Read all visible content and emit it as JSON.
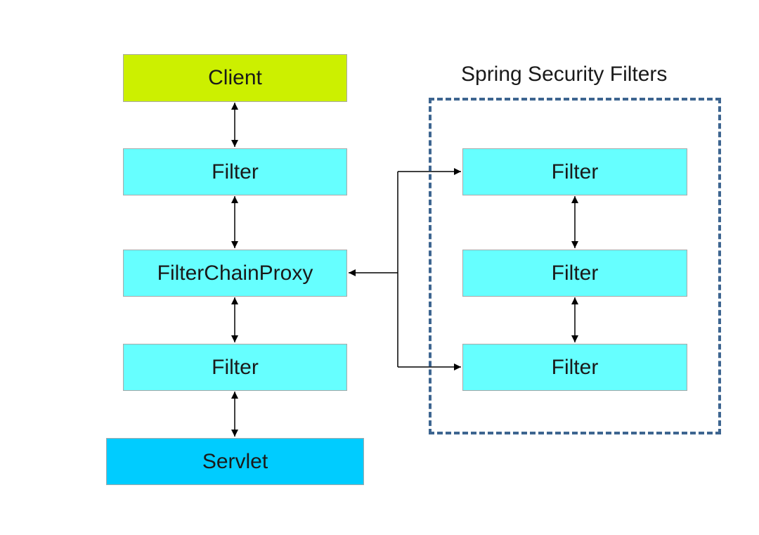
{
  "diagram": {
    "main_chain": {
      "client": "Client",
      "filter_top": "Filter",
      "proxy": "FilterChainProxy",
      "filter_bottom": "Filter",
      "servlet": "Servlet"
    },
    "security_group": {
      "title": "Spring Security Filters",
      "filters": [
        "Filter",
        "Filter",
        "Filter"
      ]
    },
    "colors": {
      "client": "#ccf000",
      "filter": "#66ffff",
      "servlet": "#00ccff",
      "group_border": "#3d6590",
      "arrow": "#000000"
    }
  }
}
